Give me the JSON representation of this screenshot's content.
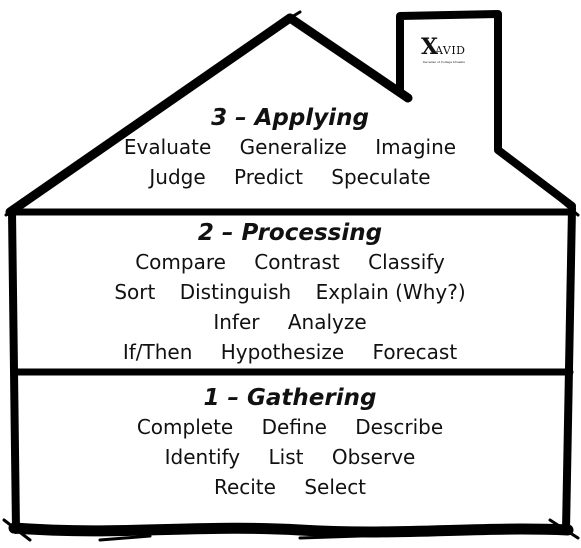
{
  "logo": {
    "mark": "X",
    "name": "AVID",
    "tagline": "Decades of College Dreams"
  },
  "levels": [
    {
      "title": "3 – Applying",
      "rows": [
        [
          "Evaluate",
          "Generalize",
          "Imagine"
        ],
        [
          "Judge",
          "Predict",
          "Speculate"
        ]
      ]
    },
    {
      "title": "2 – Processing",
      "rows": [
        [
          "Compare",
          "Contrast",
          "Classify"
        ],
        [
          "Sort",
          "Distinguish",
          "Explain (Why?)"
        ],
        [
          "Infer",
          "Analyze"
        ],
        [
          "If/Then",
          "Hypothesize",
          "Forecast"
        ]
      ]
    },
    {
      "title": "1 – Gathering",
      "rows": [
        [
          "Complete",
          "Define",
          "Describe"
        ],
        [
          "Identify",
          "List",
          "Observe"
        ],
        [
          "Recite",
          "Select"
        ]
      ]
    }
  ]
}
